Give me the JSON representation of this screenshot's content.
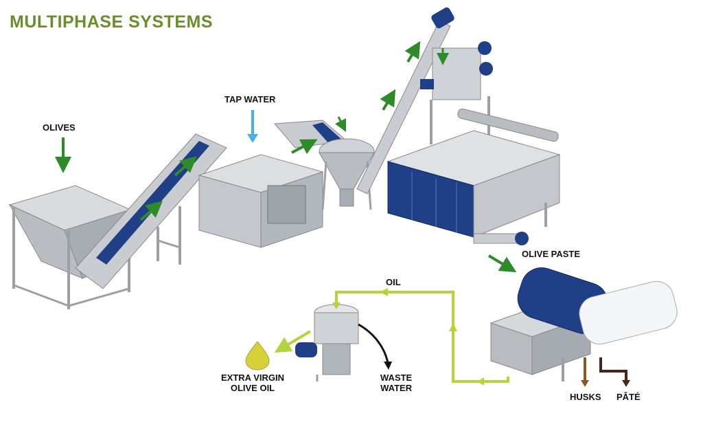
{
  "title": "MULTIPHASE SYSTEMS",
  "labels": {
    "olives": "OLIVES",
    "tap_water": "TAP WATER",
    "olive_paste": "OLIVE PASTE",
    "oil": "OIL",
    "extra_virgin_line1": "EXTRA VIRGIN",
    "extra_virgin_line2": "OLIVE OIL",
    "waste_line1": "WASTE",
    "waste_line2": "WATER",
    "husks": "HUSKS",
    "pate": "PÂTÉ"
  },
  "colors": {
    "title": "#6a8f2a",
    "flow_green": "#2f8a2a",
    "water_blue": "#4aaee0",
    "oil_line": "#b5d33a",
    "machine_blue": "#1f3f86",
    "metal": "#c9cdd2",
    "husks_arrow": "#8a5a1e",
    "pate_arrow": "#4a2412",
    "waste_arrow": "#111111"
  }
}
